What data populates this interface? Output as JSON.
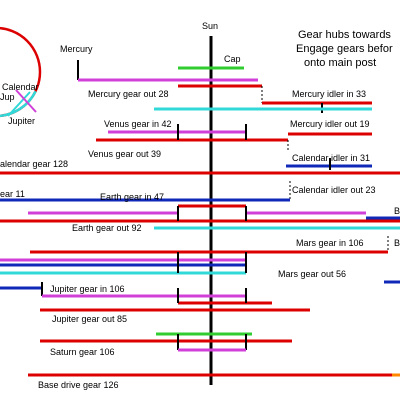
{
  "diagram": {
    "header": {
      "sun": "Sun",
      "cap": "Cap",
      "mercury": "Mercury",
      "jupiter": "Jupiter",
      "calendar": "Calendar",
      "jupiter_short": "Jup"
    },
    "note": {
      "line1": "Gear hubs towards",
      "line2": "Engage gears befor",
      "line3": "onto main post"
    },
    "labels": {
      "mercury_gear_out": "Mercury gear out 28",
      "mercury_idler_in": "Mercury idler in 33",
      "venus_gear_in": "Venus gear in 42",
      "mercury_idler_out": "Mercury idler out 19",
      "venus_gear_out": "Venus gear out 39",
      "calendar_idler_in": "Calendar idler in 31",
      "calendar_gear": "alendar gear 128",
      "calendar_idler_out": "Calendar idler out 23",
      "gear_11": "ear 11",
      "earth_gear_in": "Earth gear in 47",
      "earth_gear_out": "Earth gear out 92",
      "mars_gear_in": "Mars gear in 106",
      "mars_gear_out": "Mars gear out 56",
      "jupiter_gear_in": "Jupiter gear in 106",
      "jupiter_gear_out": "Jupiter gear out 85",
      "saturn_gear": "Saturn gear 106",
      "base_drive_gear": "Base drive gear 126",
      "edge_b1": "B",
      "edge_b2": "B"
    },
    "colors": {
      "red": "#dd0000",
      "magenta": "#d040d8",
      "cyan": "#30d8d8",
      "blue": "#1028b8",
      "green": "#30cc30",
      "black": "#000000",
      "orange": "#ff8800"
    }
  }
}
